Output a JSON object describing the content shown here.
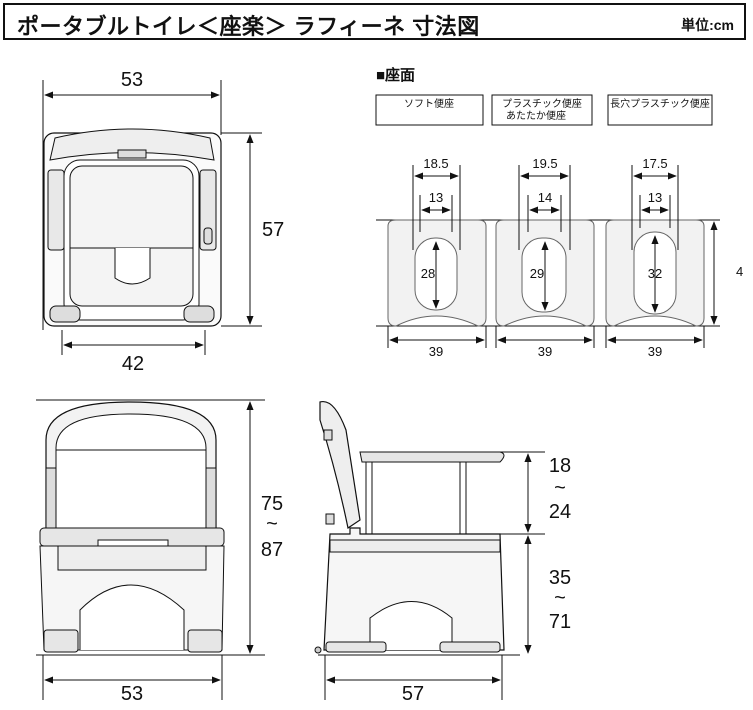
{
  "header": {
    "title": "ポータブルトイレ＜座楽＞ ラフィーネ 寸法図",
    "unit": "単位:cm"
  },
  "top_view": {
    "width_top": "53",
    "depth": "57",
    "width_inner": "42"
  },
  "seat_section": {
    "heading": "■座面",
    "seats": [
      {
        "label_lines": [
          "ソフト便座"
        ],
        "outer_width": "18.5",
        "inner_width": "13",
        "length": "28",
        "base": "39"
      },
      {
        "label_lines": [
          "プラスチック便座",
          "あたたか便座"
        ],
        "outer_width": "19.5",
        "inner_width": "14",
        "length": "29",
        "base": "39"
      },
      {
        "label_lines": [
          "長穴プラスチック便座"
        ],
        "outer_width": "17.5",
        "inner_width": "13",
        "length": "32",
        "base": "39"
      }
    ],
    "height": "4"
  },
  "front_view": {
    "height_top": "75",
    "height_sep": "~",
    "height_bottom": "87",
    "width_bottom": "53"
  },
  "side_view": {
    "armrest_top": "18",
    "armrest_sep": "~",
    "armrest_bottom": "24",
    "seat_top": "35",
    "seat_sep": "~",
    "seat_bottom": "71",
    "depth_bottom": "57"
  }
}
